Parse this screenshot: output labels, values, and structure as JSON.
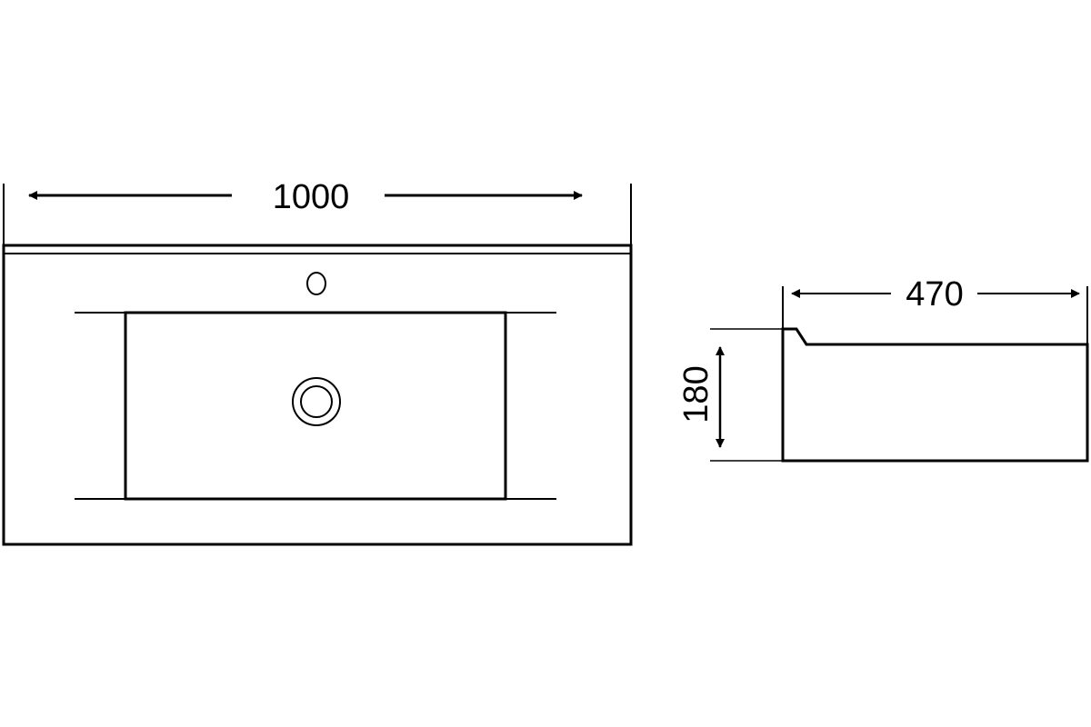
{
  "drawing": {
    "line_color": "#000000",
    "background": "#ffffff",
    "dimensions": {
      "top_view_width": "1000",
      "side_view_depth": "470",
      "side_view_height": "180"
    }
  }
}
